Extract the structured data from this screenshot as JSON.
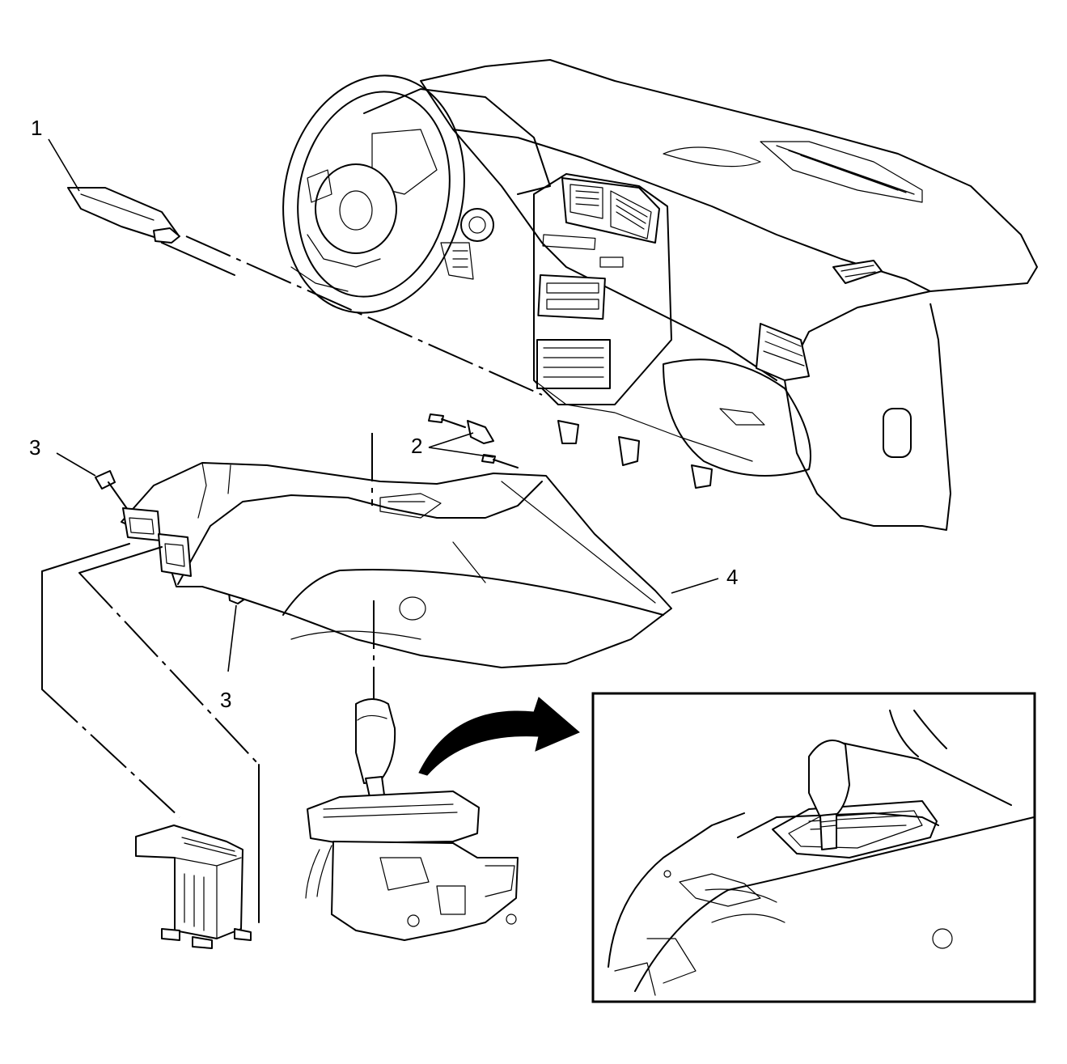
{
  "diagram": {
    "callouts": [
      {
        "id": "1",
        "label": "1"
      },
      {
        "id": "2",
        "label": "2"
      },
      {
        "id": "3a",
        "label": "3"
      },
      {
        "id": "3b",
        "label": "3"
      },
      {
        "id": "4",
        "label": "4"
      }
    ],
    "parts": [
      "instrument-panel",
      "instrument-panel-end-trim",
      "console-bolts",
      "console-screws",
      "floor-console",
      "console-bracket",
      "shift-control",
      "detail-inset"
    ]
  }
}
